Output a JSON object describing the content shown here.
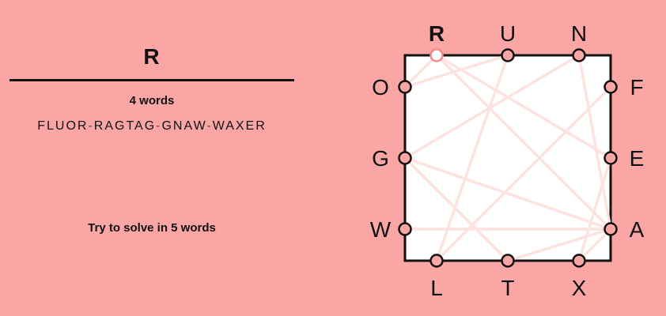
{
  "game": {
    "current_word": "R",
    "word_count_label": "4 words",
    "hint": "Try to solve in 5 words",
    "words": [
      "FLUOR",
      "RAGTAG",
      "GNAW",
      "WAXER"
    ],
    "separator": "-",
    "active_letter": "R"
  },
  "board": {
    "sides": {
      "top": [
        "R",
        "U",
        "N"
      ],
      "right": [
        "F",
        "E",
        "A"
      ],
      "bottom": [
        "L",
        "T",
        "X"
      ],
      "left": [
        "O",
        "G",
        "W"
      ]
    },
    "path": [
      "F",
      "L",
      "U",
      "O",
      "R",
      "A",
      "G",
      "T",
      "A",
      "G",
      "N",
      "A",
      "W",
      "A",
      "X",
      "E",
      "R"
    ]
  },
  "colors": {
    "background": "#faa6a4",
    "box_fill": "#ffffff",
    "edge_line": "#fde3e0",
    "dot_fill": "#faa6a4",
    "dot_active_fill": "#ffffff",
    "dot_active_stroke": "#f08a86"
  }
}
